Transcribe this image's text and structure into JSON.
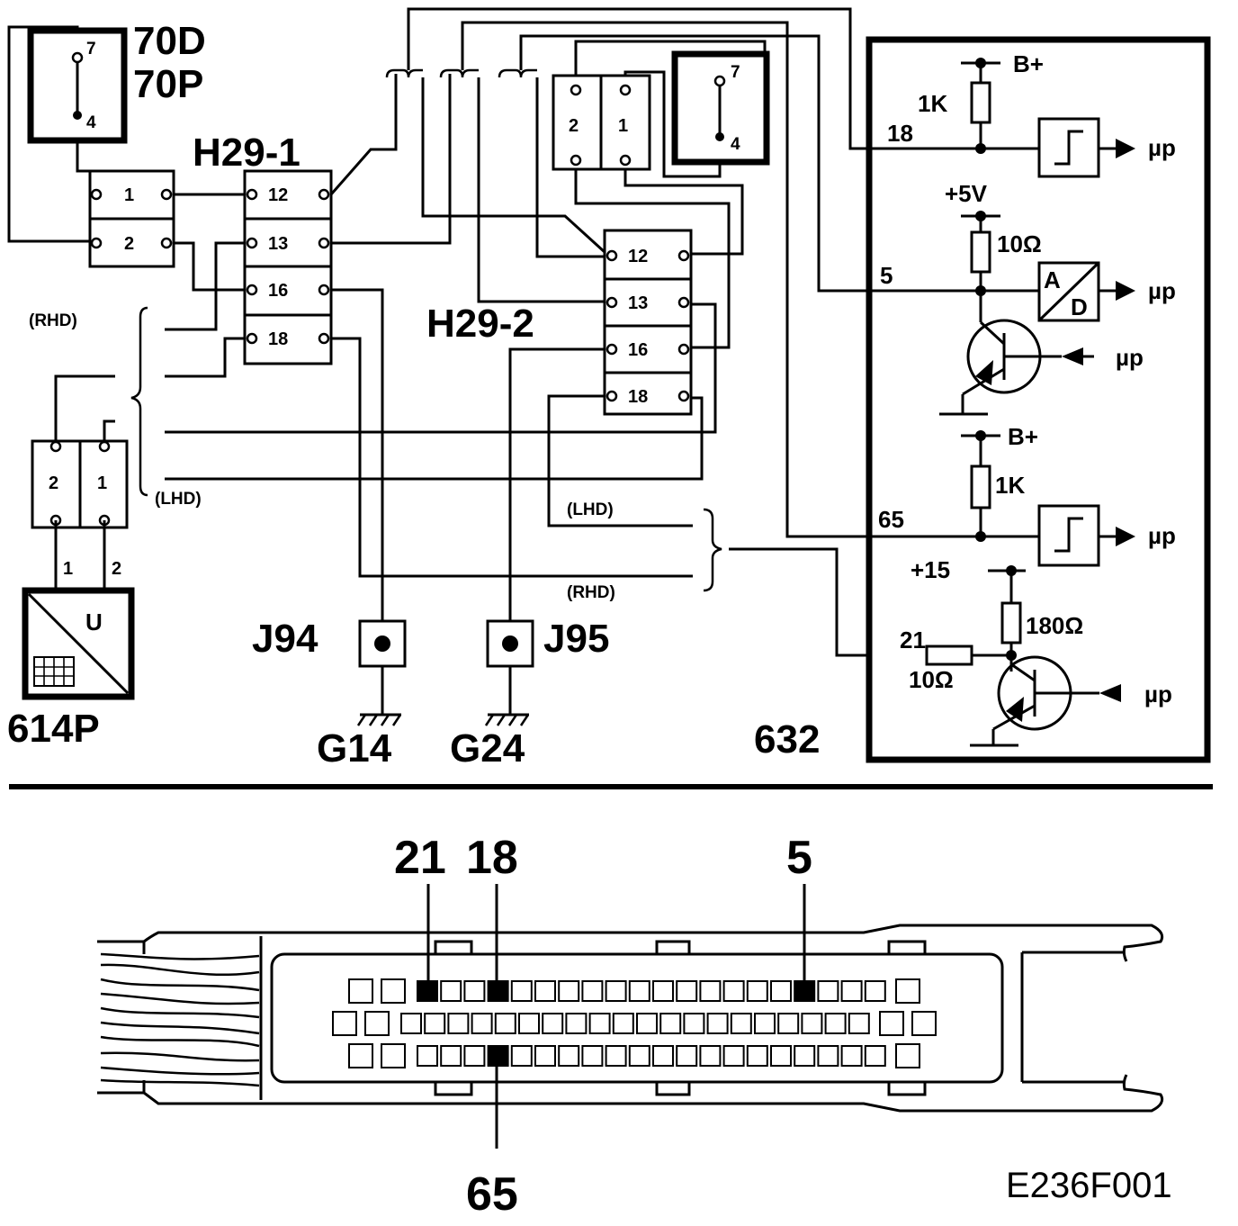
{
  "labels": {
    "c70": [
      "70D",
      "70P"
    ],
    "h29_1": "H29-1",
    "h29_2": "H29-2",
    "c614": "614P",
    "j94": "J94",
    "j95": "J95",
    "g14": "G14",
    "g24": "G24",
    "ecu": "632",
    "rhd": "(RHD)",
    "lhd": "(LHD)",
    "ref": "E236F001",
    "u": "U"
  },
  "pins": {
    "switch_pins": [
      "7",
      "4"
    ],
    "pair_left": [
      "1",
      "2"
    ],
    "h29_1": [
      "12",
      "13",
      "16",
      "18"
    ],
    "h29_2": [
      "12",
      "13",
      "16",
      "18"
    ],
    "top_pair": [
      "2",
      "1"
    ],
    "c614_pair": [
      "2",
      "1"
    ],
    "c614_wires": [
      "1",
      "2"
    ]
  },
  "ecu": {
    "supply_bplus": "B+",
    "supply_5v": "+5V",
    "supply_15": "+15",
    "r_1k": "1K",
    "r_10": "10Ω",
    "r_180": "180Ω",
    "mu": "µp",
    "ad_a": "A",
    "ad_d": "D",
    "pin_18": "18",
    "pin_5": "5",
    "pin_65": "65",
    "pin_21": "21"
  },
  "connector": {
    "callouts": [
      "21",
      "18",
      "5",
      "65"
    ]
  }
}
